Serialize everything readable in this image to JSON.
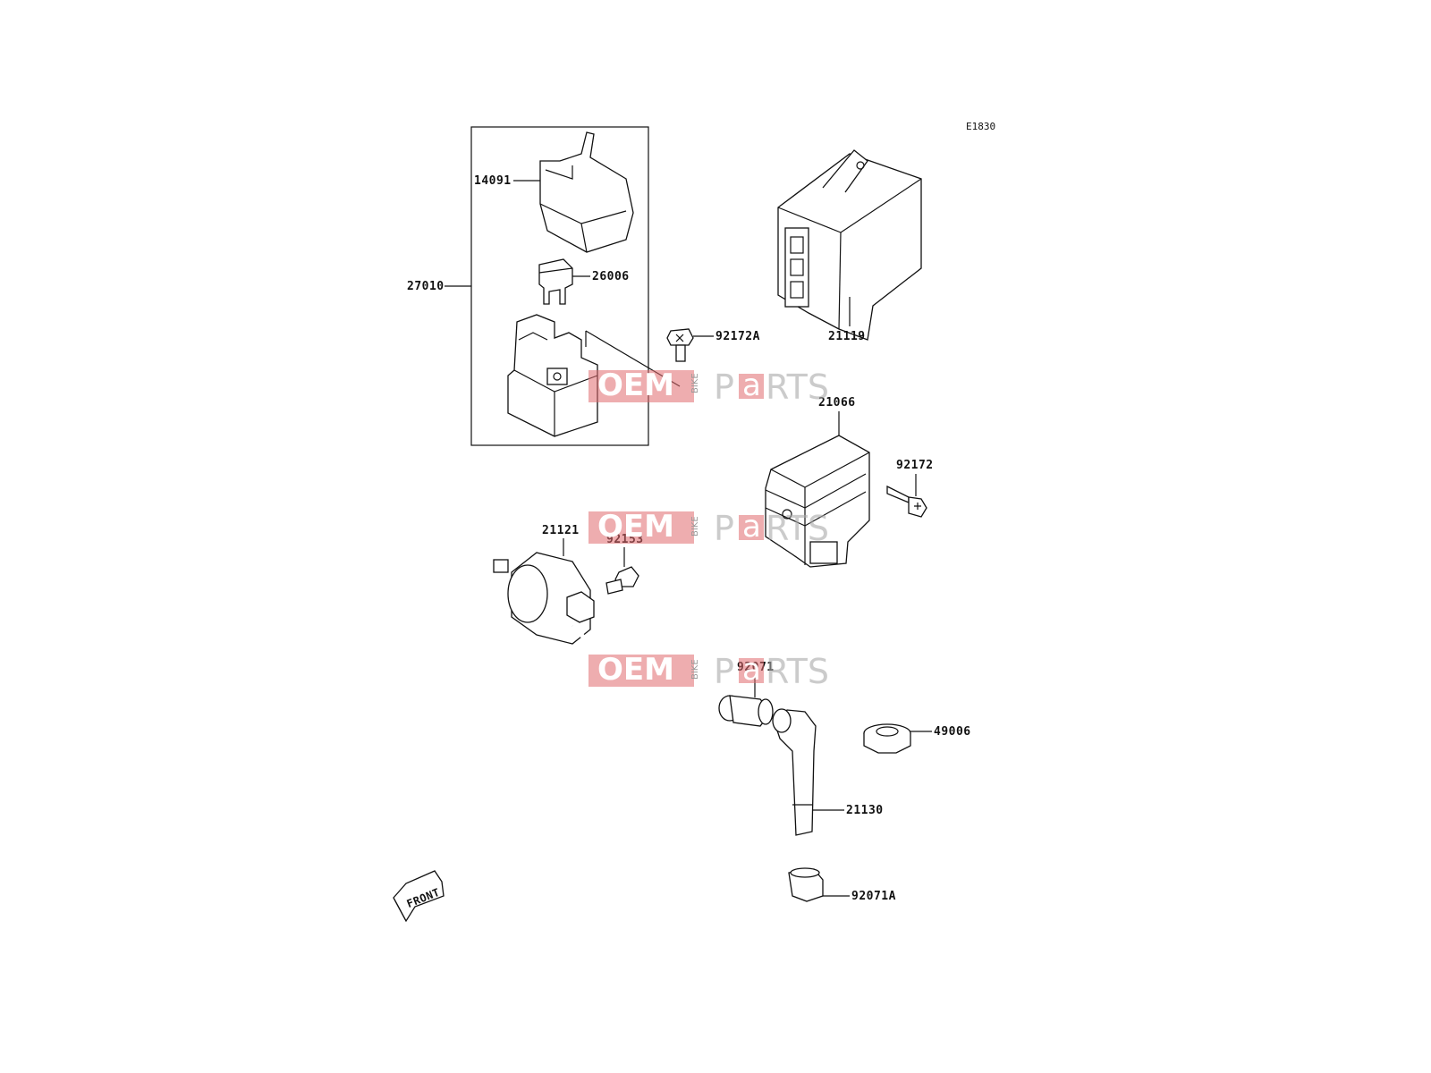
{
  "diagram_code": "E1830",
  "parts": {
    "p14091": "14091",
    "p26006": "26006",
    "p27010": "27010",
    "p92172A": "92172A",
    "p21119": "21119",
    "p21066": "21066",
    "p92172": "92172",
    "p21121": "21121",
    "p92153": "92153",
    "p92071": "92071",
    "p49006": "49006",
    "p21130": "21130",
    "p92071A": "92071A"
  },
  "front_label": "FRONT",
  "watermark": {
    "oem": "OEM",
    "bike": "BIKE",
    "parts_p": "P",
    "parts_a": "a",
    "parts_rts": "RTS"
  },
  "colors": {
    "watermark_red": "#e06a6e",
    "watermark_grey": "#aaaaaa",
    "line": "#111111"
  }
}
